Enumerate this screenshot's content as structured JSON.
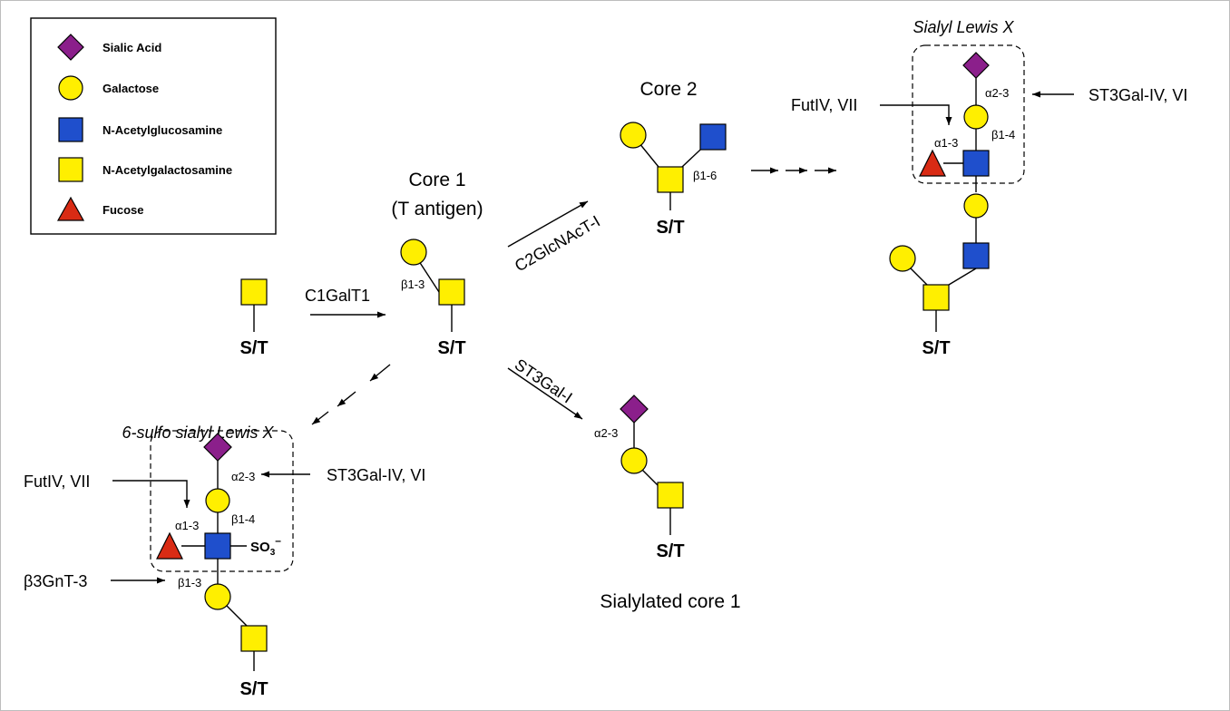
{
  "colors": {
    "sialic_acid": "#8b1f8b",
    "galactose": "#ffef00",
    "n_acetylglucosamine": "#1f4fcc",
    "n_acetylgalactosamine": "#ffef00",
    "fucose": "#d92b14",
    "line": "#000000"
  },
  "legend": {
    "items": [
      {
        "label": "Sialic Acid",
        "icon": "diamond"
      },
      {
        "label": "Galactose",
        "icon": "circle"
      },
      {
        "label": "N-Acetylglucosamine",
        "icon": "square"
      },
      {
        "label": "N-Acetylgalactosamine",
        "icon": "square"
      },
      {
        "label": "Fucose",
        "icon": "triangle"
      }
    ]
  },
  "site_label": "S/T",
  "structures": {
    "core1": {
      "title": "Core 1",
      "subtitle": "(T antigen)",
      "linkage": "β1-3"
    },
    "core2": {
      "title": "Core 2",
      "linkage": "β1-6"
    },
    "sialylated_core1": {
      "title": "Sialylated core 1",
      "linkage": "α2-3"
    },
    "sialyl_lewis_x": {
      "title": "Sialyl Lewis X",
      "link_a23": "α2-3",
      "link_b14": "β1-4",
      "link_a13": "α1-3"
    },
    "sulfo_slex": {
      "title": "6-sulfo sialyl Lewis X",
      "link_a23": "α2-3",
      "link_b14": "β1-4",
      "link_a13": "α1-3",
      "link_b13": "β1-3",
      "sulfate": "SO",
      "sulfate_sub": "3",
      "sulfate_sup": "–"
    }
  },
  "enzymes": {
    "c1galt1": "C1GalT1",
    "c2glcnact1": "C2GlcNAcT-I",
    "st3gal1": "ST3Gal-I",
    "st3gal4_6": "ST3Gal-IV, VI",
    "fut4_7": "FutIV, VII",
    "b3gnt3": "β3GnT-3"
  }
}
